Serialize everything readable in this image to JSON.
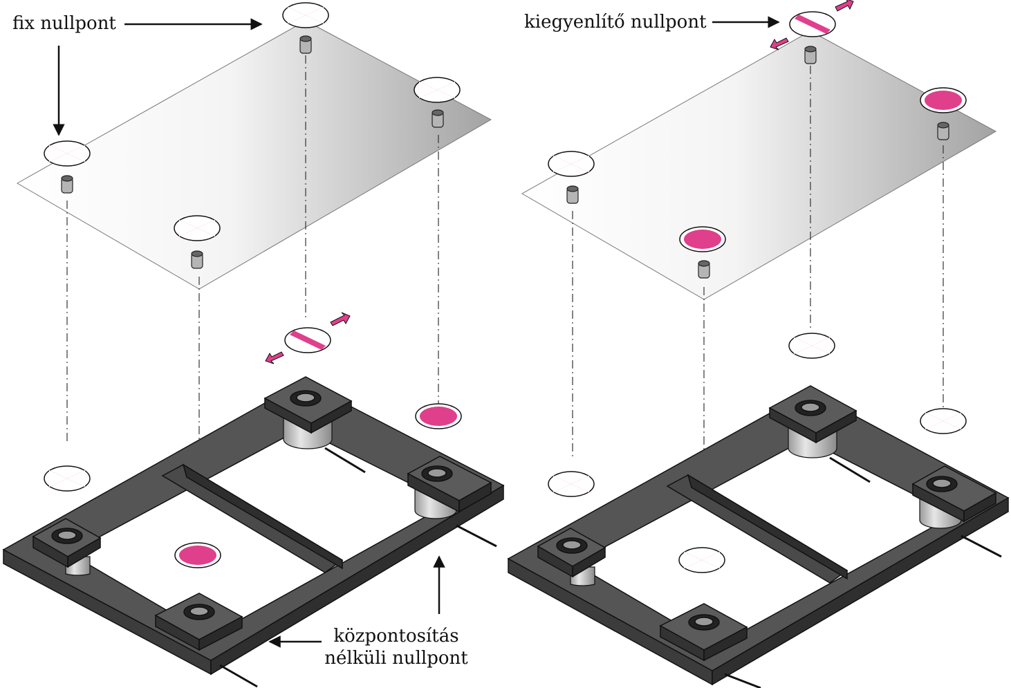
{
  "labels": {
    "fixed_zero_point": "fix nullpont",
    "compensating_zero_point": "kiegyenlítő nullpont",
    "non_centering_zero_point_line1": "központosítás",
    "non_centering_zero_point_line2": "nélküli nullpont"
  },
  "colors": {
    "accent": "#e03f8c",
    "frame": "#444444",
    "frame_top": "#5a5a5a",
    "outline": "#111111",
    "plate_light": "#ffffff",
    "plate_dark": "#a6a6a6",
    "cylinder": "#cfcfcf"
  },
  "legend": {
    "symbol_types": [
      "fixed-cross",
      "diagonal-bar",
      "solid-oval"
    ]
  }
}
